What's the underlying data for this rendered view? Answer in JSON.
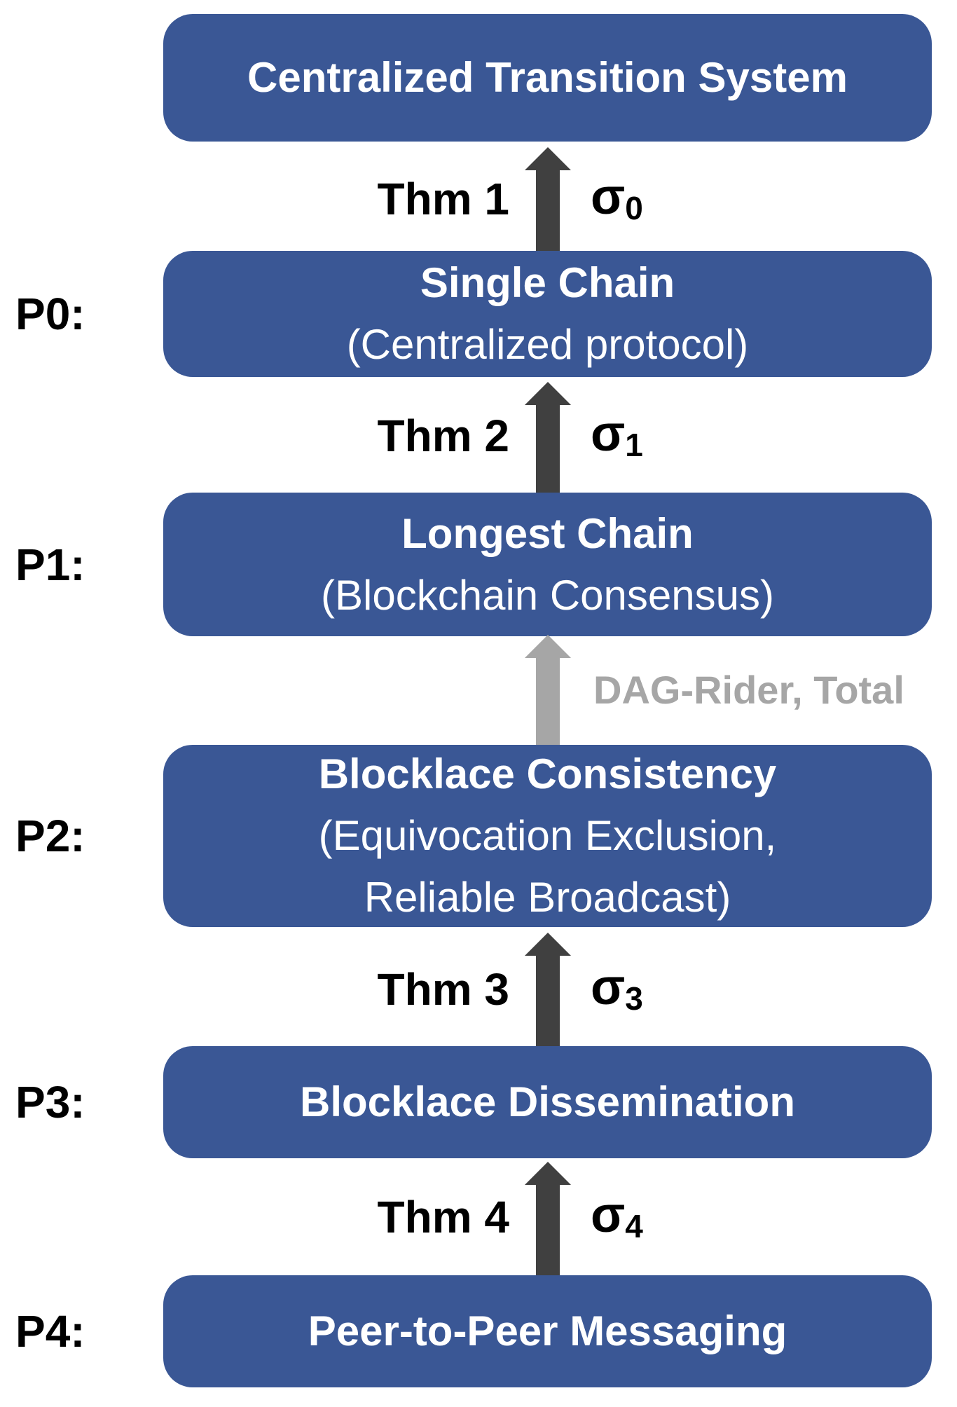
{
  "colors": {
    "box_fill": "#3A5795",
    "box_text": "#FFFFFF",
    "arrow_dark": "#404040",
    "arrow_gray": "#A6A6A6",
    "label_text": "#000000",
    "gray_label_text": "#A6A6A6"
  },
  "boxes": [
    {
      "title": "Centralized Transition System",
      "lines": []
    },
    {
      "p_label": "P0:",
      "title": "Single Chain",
      "lines": [
        "(Centralized protocol)"
      ]
    },
    {
      "p_label": "P1:",
      "title": "Longest Chain",
      "lines": [
        "(Blockchain Consensus)"
      ]
    },
    {
      "p_label": "P2:",
      "title": "Blocklace Consistency",
      "lines": [
        "(Equivocation Exclusion,",
        "Reliable Broadcast)"
      ]
    },
    {
      "p_label": "P3:",
      "title": "Blocklace Dissemination",
      "lines": []
    },
    {
      "p_label": "P4:",
      "title": "Peer-to-Peer Messaging",
      "lines": []
    }
  ],
  "arrows": [
    {
      "theorem": "Thm 1",
      "sigma": "σ",
      "sigma_sub": "0",
      "style": "dark"
    },
    {
      "theorem": "Thm 2",
      "sigma": "σ",
      "sigma_sub": "1",
      "style": "dark"
    },
    {
      "label": "DAG-Rider, Total",
      "style": "gray"
    },
    {
      "theorem": "Thm 3",
      "sigma": "σ",
      "sigma_sub": "3",
      "style": "dark"
    },
    {
      "theorem": "Thm 4",
      "sigma": "σ",
      "sigma_sub": "4",
      "style": "dark"
    }
  ]
}
